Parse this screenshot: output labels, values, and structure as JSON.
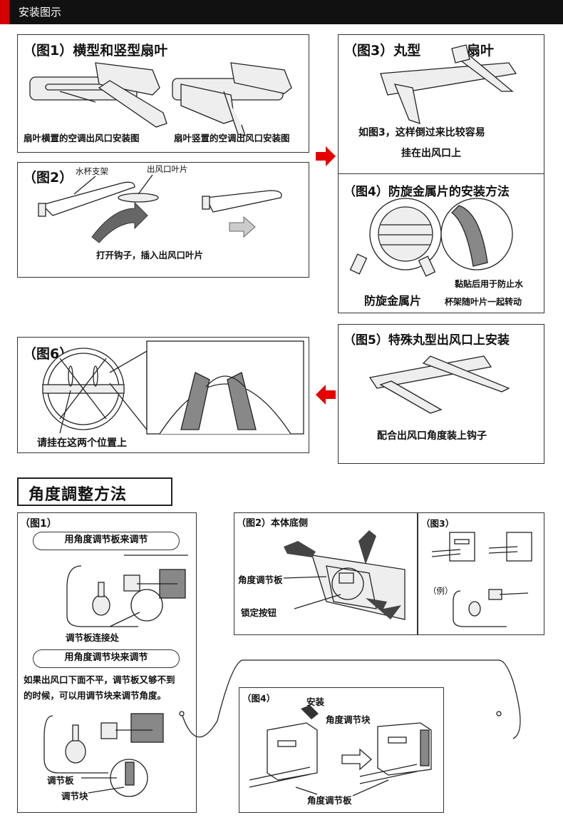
{
  "header": {
    "title": "安装图示"
  },
  "install": {
    "fig1": {
      "title": "（图1）横型和竖型扇叶",
      "cap_left": "扇叶横置的空调出风口安装图",
      "cap_right": "扇叶竖置的空调出风口安装图"
    },
    "fig2": {
      "title": "（图2）",
      "label_holder": "水杯支架",
      "label_vane": "出风口叶片",
      "caption": "打开钩子，插入出风口叶片"
    },
    "fig3": {
      "title_a": "（图3）丸型",
      "title_b": "扇叶",
      "cap1": "如图3，这样倒过来比较容易",
      "cap2": "挂在出风口上"
    },
    "fig4": {
      "title": "（图4）防旋金属片的安装方法",
      "label_metal": "防旋金属片",
      "note1": "黏贴后用于防止水",
      "note2": "杯架随叶片一起转动"
    },
    "fig5": {
      "title": "（图5）特殊丸型出风口上安装",
      "caption": "配合出风口角度装上钩子"
    },
    "fig6": {
      "title": "（图6）",
      "caption": "请挂在这两个位置上"
    }
  },
  "angle": {
    "section_title": "角度調整方法",
    "p1": {
      "title": "（图1）",
      "pill1": "用角度调节板来调节",
      "label_joint": "调节板连接处",
      "pill2": "用角度调节块来调节",
      "desc1": "如果出风口下面不平，调节板又够不到",
      "desc2": "的时候，可以用调节块来调节角度。",
      "label_plate": "调节板",
      "label_block": "调节块"
    },
    "p2": {
      "title": "（图2）本体底侧",
      "label_plate": "角度调节板",
      "label_button": "锁定按钮"
    },
    "p3": {
      "title": "（图3）",
      "example": "（例）"
    },
    "p4": {
      "title": "（图4）",
      "label_install": "安装",
      "label_block": "角度调节块",
      "label_plate": "角度调节板"
    }
  },
  "colors": {
    "accent": "#d40000",
    "header_bg": "#111111"
  }
}
